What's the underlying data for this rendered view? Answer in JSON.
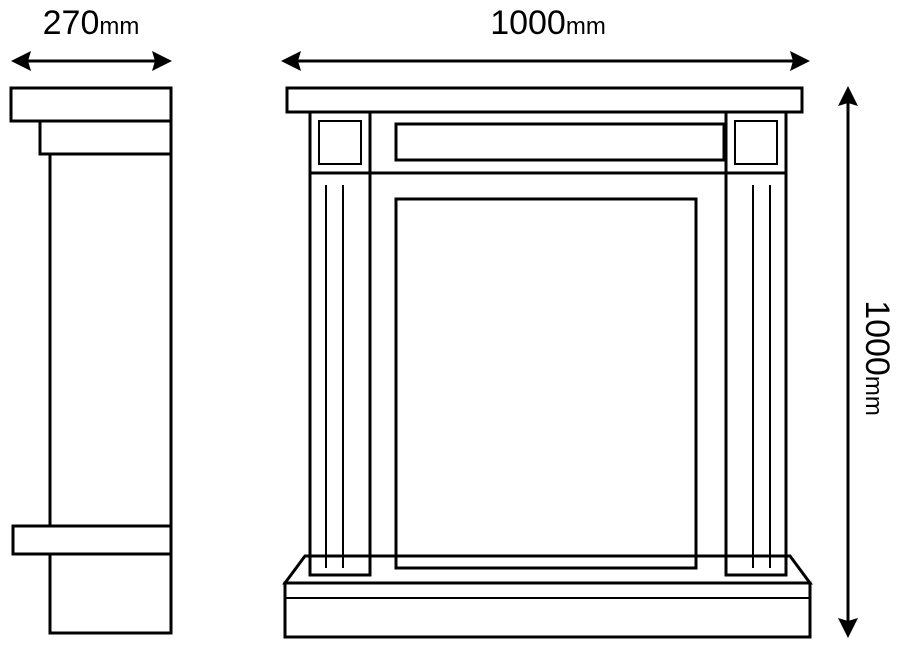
{
  "dimensions": {
    "depth": {
      "value": "270",
      "unit": "mm"
    },
    "width": {
      "value": "1000",
      "unit": "mm"
    },
    "height": {
      "value": "1000",
      "unit": "mm"
    }
  },
  "colors": {
    "stroke": "#000000",
    "background": "#ffffff"
  }
}
